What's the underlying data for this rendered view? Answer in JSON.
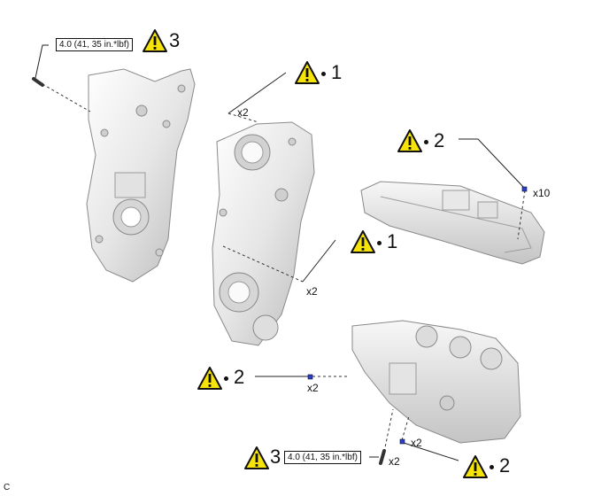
{
  "torque_spec": "4.0 (41, 35 in.*lbf)",
  "callouts": {
    "top_left_num": "3",
    "cover_top_num": "1",
    "cover_mid_num": "1",
    "oilpan_upper_num": "2",
    "oilpan_left_num": "2",
    "oilpan_bottom_right_num": "2",
    "bottom_left_num": "3"
  },
  "quantities": {
    "cover_top": "x2",
    "cover_mid": "x2",
    "upper_pan": "x10",
    "lower_left": "x2",
    "lower_bottom": "x2",
    "pin_bottom": "x2"
  },
  "footer_code": "C",
  "colors": {
    "warning_fill": "#f5e30a",
    "stud_blue": "#2a3fd0",
    "part_light": "#eeeeee",
    "part_shade": "#b8b8b8"
  },
  "icons": [
    "warning-triangle-icon"
  ]
}
